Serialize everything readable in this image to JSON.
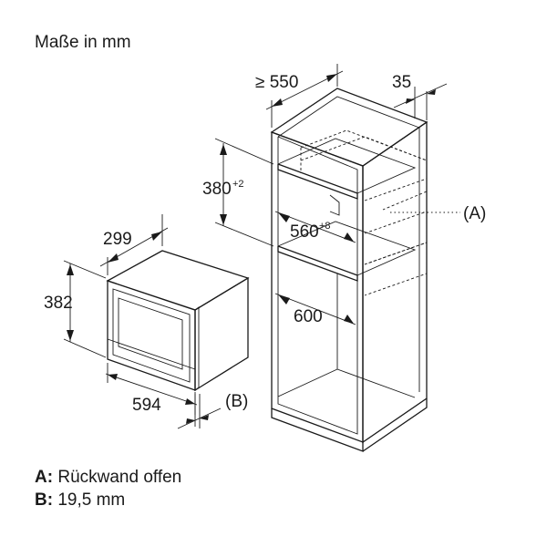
{
  "title": "Maße in mm",
  "cabinet": {
    "depth": "≥ 550",
    "rear_gap": "35",
    "niche_height": "380",
    "niche_height_tol": "+2",
    "niche_width": "560",
    "niche_width_tol": "+8",
    "inner_width": "600",
    "label_a": "(A)"
  },
  "appliance": {
    "depth": "299",
    "height": "382",
    "width": "594",
    "label_b": "(B)"
  },
  "legend": [
    {
      "key": "A:",
      "text": "Rückwand offen"
    },
    {
      "key": "B:",
      "text": "19,5 mm"
    }
  ]
}
